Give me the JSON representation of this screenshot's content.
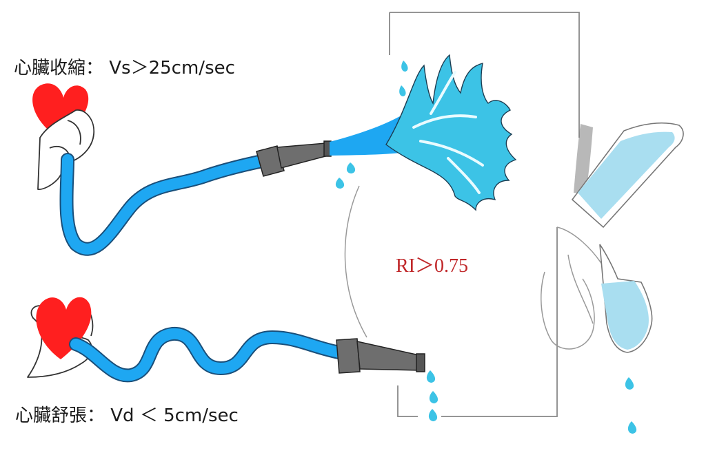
{
  "labels": {
    "systole": "心臟收縮： Vs＞25cm/sec",
    "diastole": "心臟舒張： Vd ＜ 5cm/sec",
    "ri": "RI＞0.75"
  },
  "colors": {
    "heart": "#ff1f1f",
    "hose": "#1ea7f2",
    "hose_outline": "#1a4f7a",
    "nozzle": "#6e6e6e",
    "water_spray": "#3cc3e6",
    "water_light": "#a9def0",
    "ri_text": "#c0282a",
    "line_gray": "#888888"
  },
  "icons": {
    "heart": "heart-icon",
    "hand": "hand-icon",
    "hose": "hose-icon",
    "nozzle": "nozzle-icon",
    "water_spray": "water-spray-icon",
    "water_drop": "water-drop-icon",
    "penis": "penis-icon"
  }
}
